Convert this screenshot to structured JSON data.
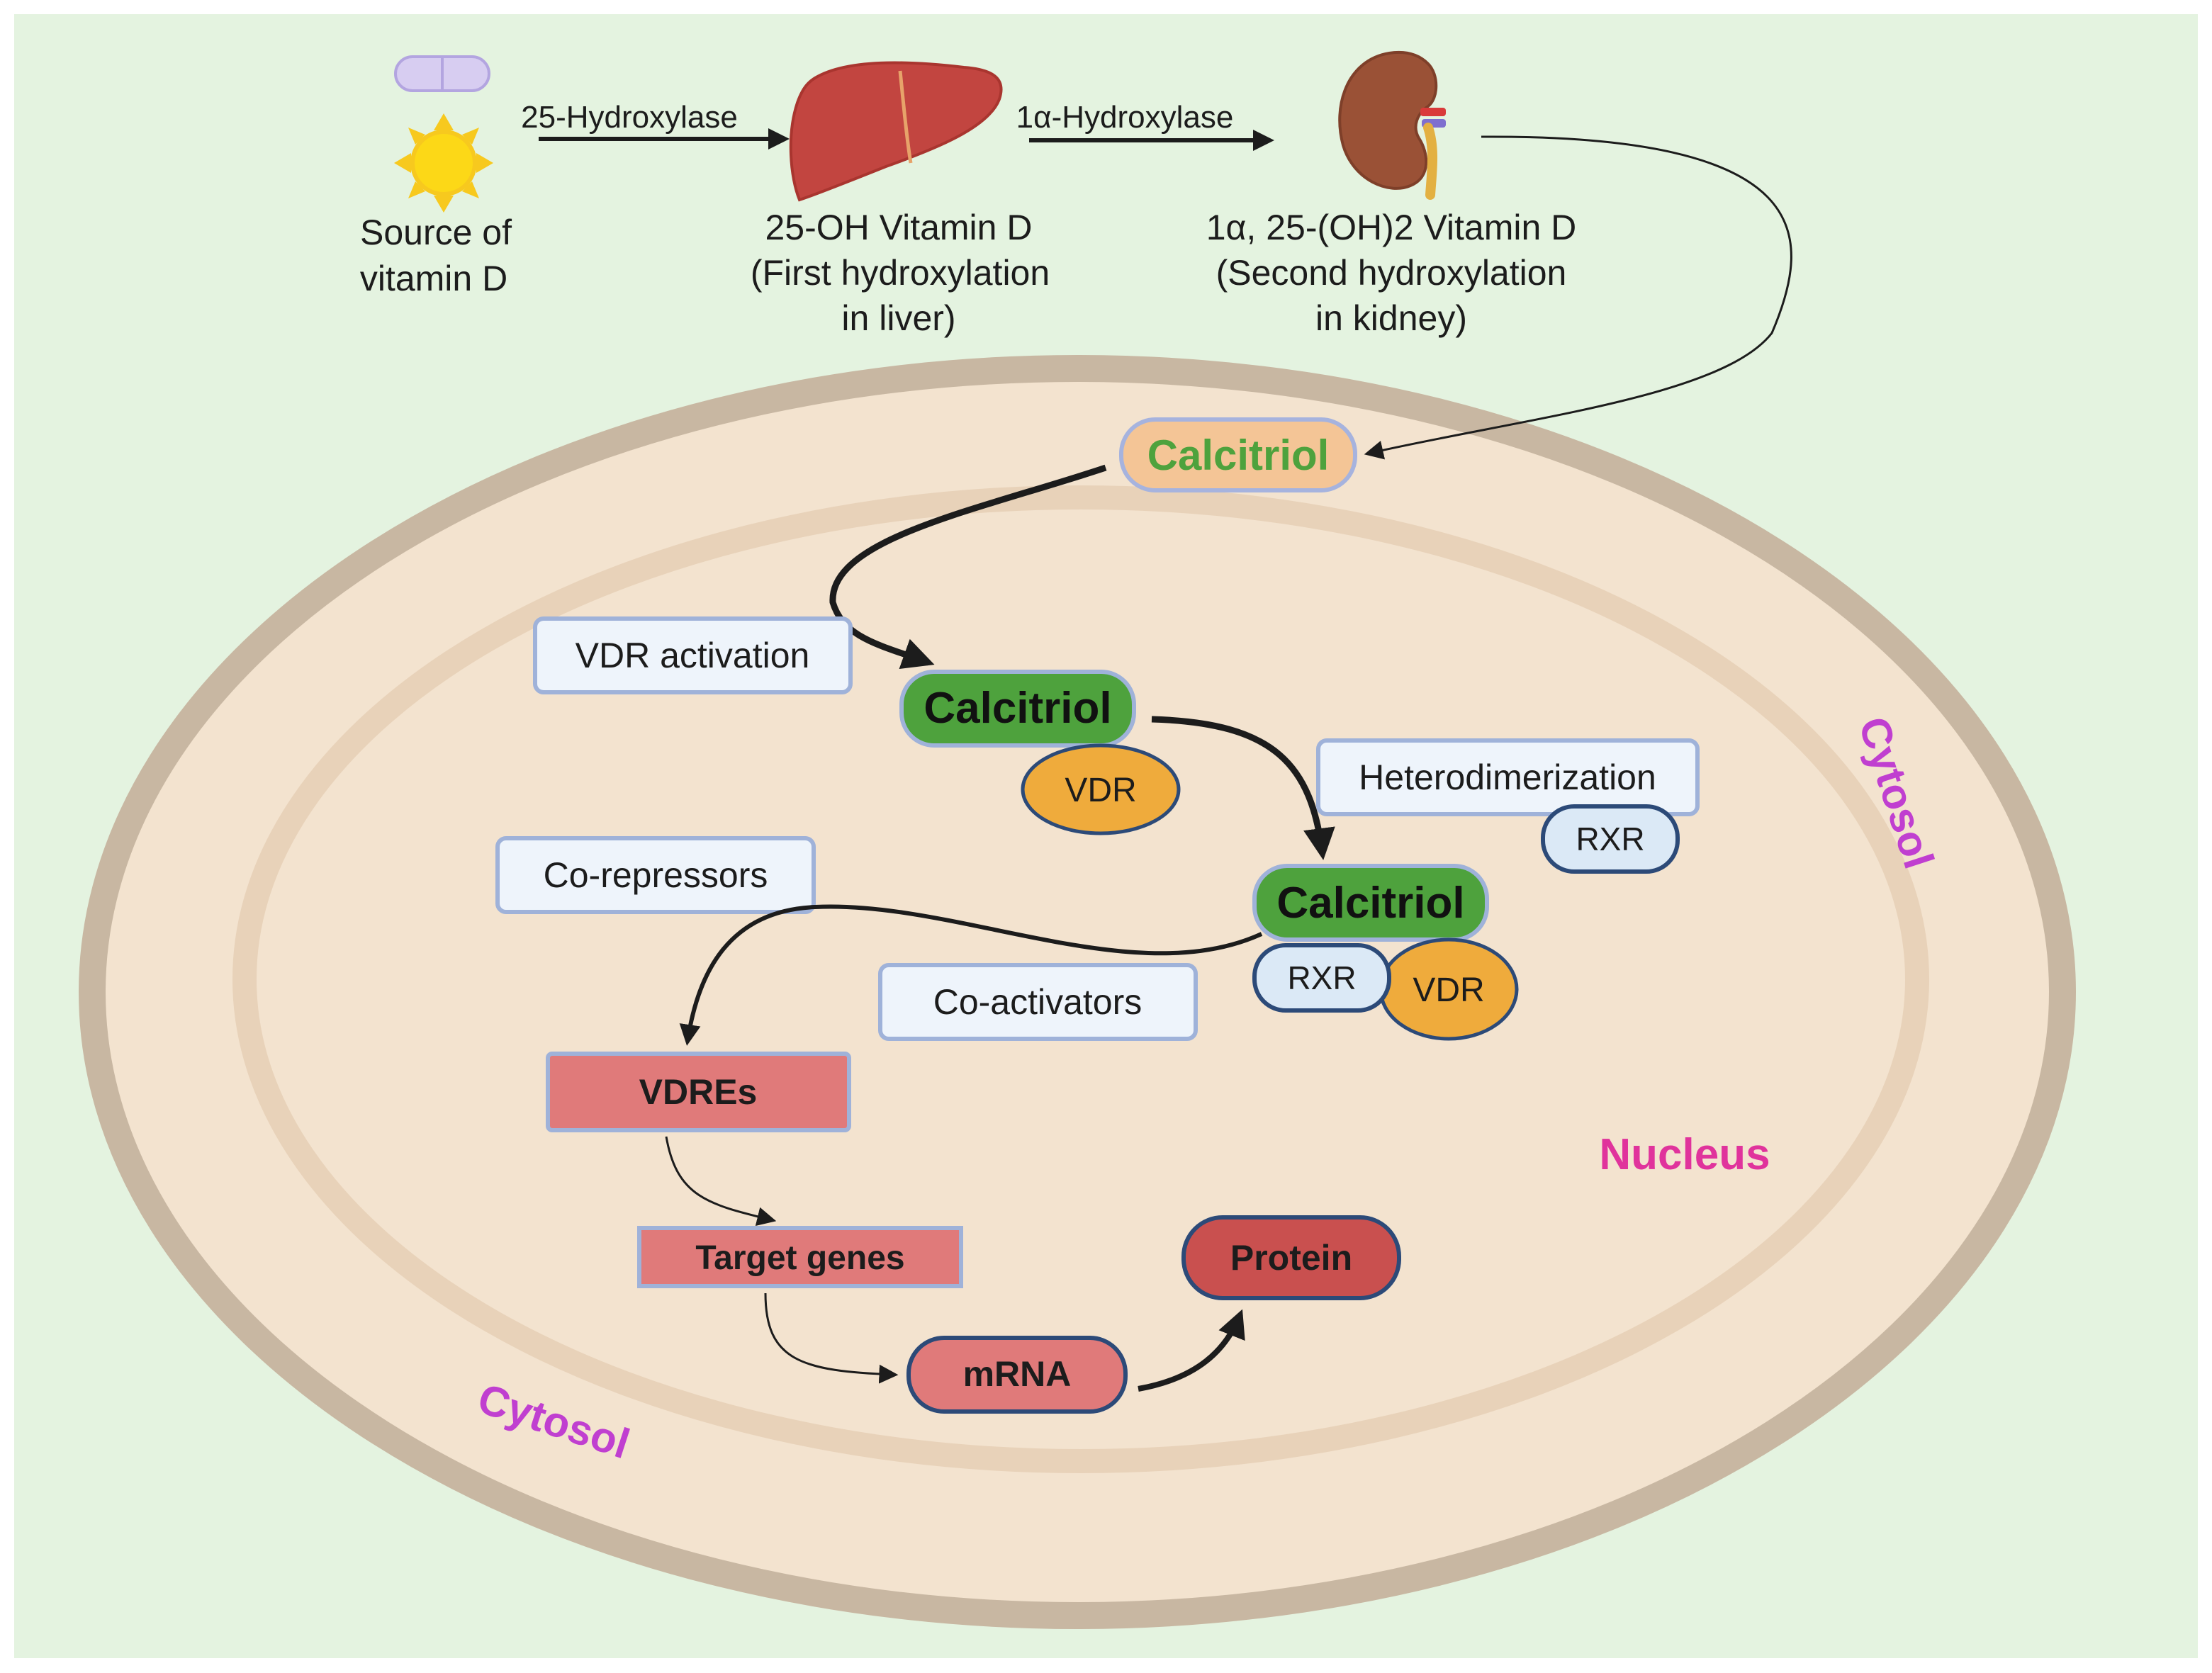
{
  "colors": {
    "background": "#e4f3e0",
    "cell_fill": "#f3e3cf",
    "cell_border": "#c8b7a2",
    "nucleus_border": "#e8d2b9",
    "calcitriol_orange": "#f4c596",
    "calcitriol_green": "#4ea23d",
    "calcitriol_text_green": "#4ea23d",
    "vdr_orange": "#efab3c",
    "rxr_blue": "#dbe9f6",
    "label_box": "#eef4fb",
    "label_box_border": "#9fb2d9",
    "vdre_red": "#e07a7a",
    "protein_red": "#c9504f",
    "cytosol_purple": "#c03fd0",
    "nucleus_pink": "#e0339c",
    "arrow": "#1c1c1c"
  },
  "icons": {
    "pill": "pill-icon",
    "sun": "sun-icon",
    "liver": "liver-icon",
    "kidney": "kidney-icon"
  },
  "top": {
    "source_line1": "Source of",
    "source_line2": "vitamin D",
    "enzyme1": "25-Hydroxylase",
    "liver_line1": "25-OH Vitamin D",
    "liver_line2": "(First hydroxylation",
    "liver_line3": "in liver)",
    "enzyme2": "1α-Hydroxylase",
    "kidney_line1": "1α, 25-(OH)2 Vitamin D",
    "kidney_line2": "(Second hydroxylation",
    "kidney_line3": "in kidney)"
  },
  "cell": {
    "calcitriol_entry": "Calcitriol",
    "vdr_activation": "VDR activation",
    "calcitriol_bound": "Calcitriol",
    "vdr": "VDR",
    "heterodimerization": "Heterodimerization",
    "rxr_free": "RXR",
    "calcitriol_complex": "Calcitriol",
    "rxr_complex": "RXR",
    "vdr_complex": "VDR",
    "co_repressors": "Co-repressors",
    "co_activators": "Co-activators",
    "vdres": "VDREs",
    "target_genes": "Target genes",
    "mrna": "mRNA",
    "protein": "Protein",
    "cytosol_right": "Cytosol",
    "cytosol_bottom": "Cytosol",
    "nucleus": "Nucleus"
  }
}
